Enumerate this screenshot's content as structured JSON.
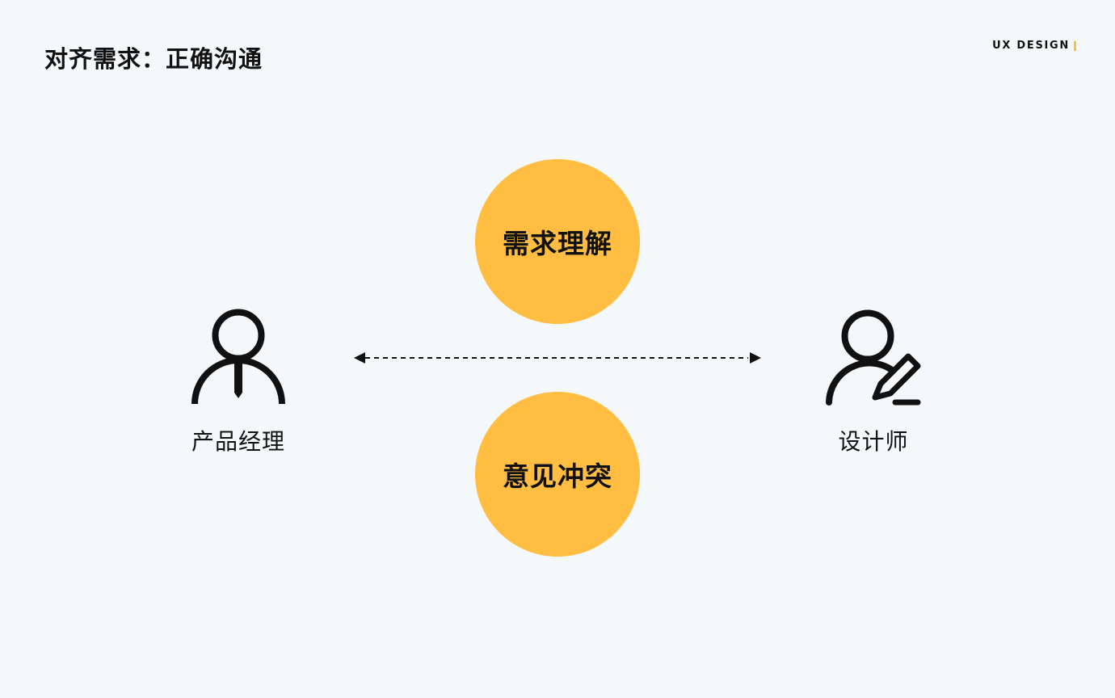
{
  "header": {
    "title": "对齐需求：正确沟通",
    "brand": "UX DESIGN"
  },
  "colors": {
    "background": "#f4f8fb",
    "accent": "#ffbe41",
    "text": "#111111"
  },
  "diagram": {
    "top_bubble": "需求理解",
    "bottom_bubble": "意见冲突",
    "left_role": {
      "label": "产品经理",
      "icon": "product-manager-icon"
    },
    "right_role": {
      "label": "设计师",
      "icon": "designer-icon"
    },
    "connector": "dashed-two-way-arrow"
  }
}
